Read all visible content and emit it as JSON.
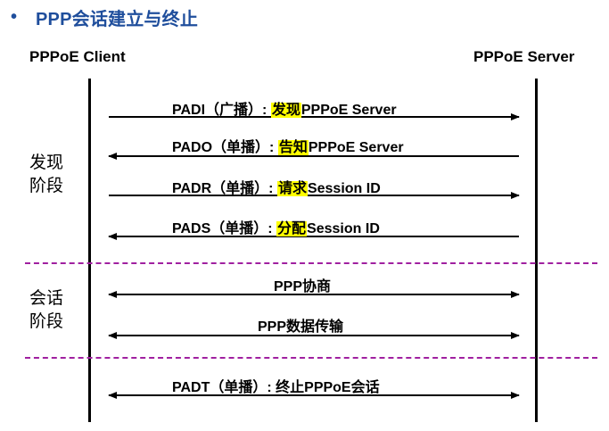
{
  "header": {
    "bullet": "•",
    "title": "PPP会话建立与终止"
  },
  "endpoints": {
    "client": "PPPoE Client",
    "server": "PPPoE Server"
  },
  "phases": {
    "discovery": {
      "line1": "发现",
      "line2": "阶段"
    },
    "session": {
      "line1": "会话",
      "line2": "阶段"
    }
  },
  "messages": {
    "padi": {
      "prefix": "PADI（广播）: ",
      "highlight": "发现",
      "suffix": "PPPoE Server",
      "direction": "client-to-server"
    },
    "pado": {
      "prefix": "PADO（单播）: ",
      "highlight": "告知",
      "suffix": "PPPoE Server",
      "direction": "server-to-client"
    },
    "padr": {
      "prefix": "PADR（单播）: ",
      "highlight": "请求",
      "suffix": "Session ID",
      "direction": "client-to-server"
    },
    "pads": {
      "prefix": "PADS（单播）: ",
      "highlight": "分配",
      "suffix": "Session ID",
      "direction": "server-to-client"
    },
    "ppp_negotiation": {
      "text": "PPP协商",
      "direction": "bidirectional"
    },
    "ppp_data": {
      "text": "PPP数据传输",
      "direction": "bidirectional"
    },
    "padt": {
      "text": "PADT（单播）: 终止PPPoE会话",
      "direction": "bidirectional"
    }
  },
  "colors": {
    "title": "#1f4e9c",
    "highlight": "#ffff00",
    "divider": "#a020a0",
    "line": "#000000"
  }
}
